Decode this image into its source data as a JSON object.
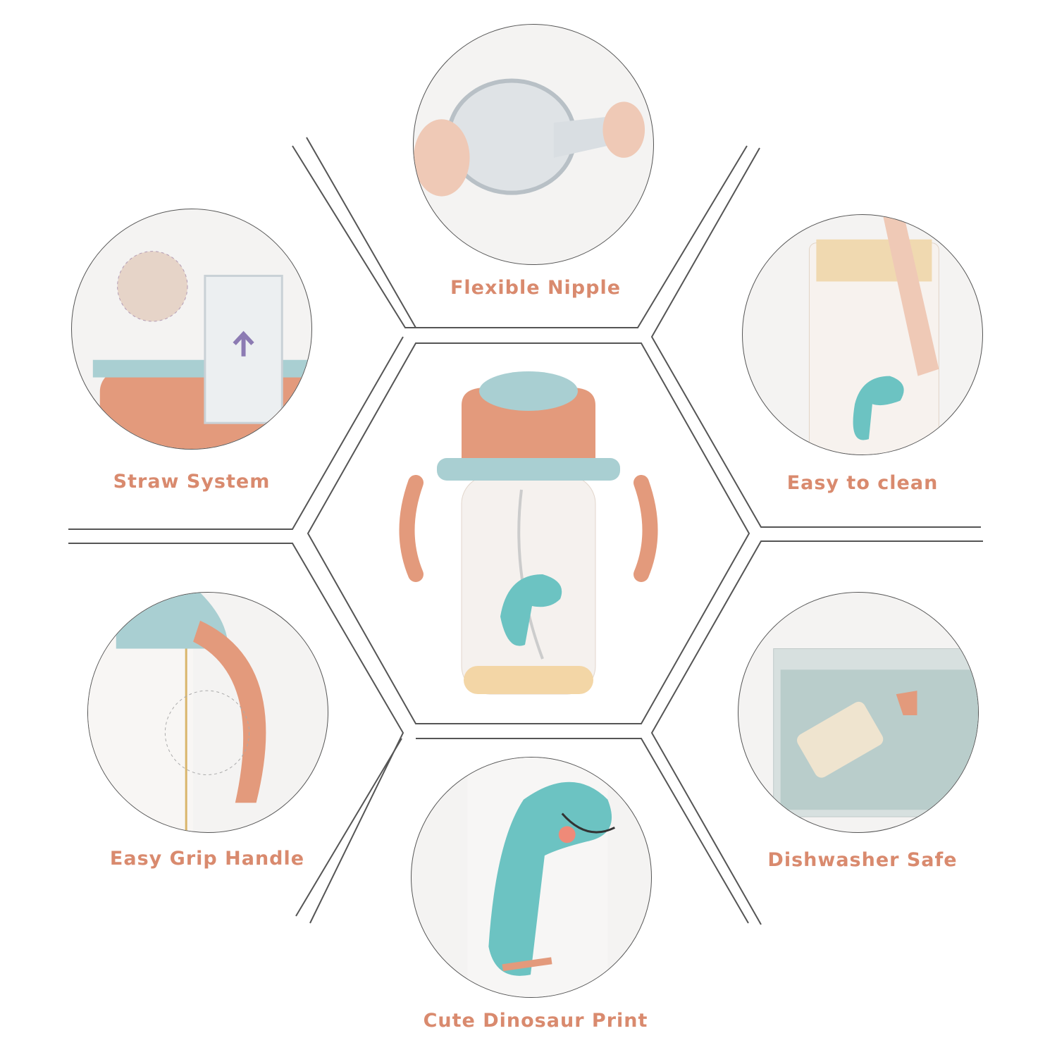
{
  "features": [
    {
      "id": "flexible-nipple",
      "label": "Flexible Nipple"
    },
    {
      "id": "straw-system",
      "label": "Straw System"
    },
    {
      "id": "easy-to-clean",
      "label": "Easy to clean"
    },
    {
      "id": "easy-grip-handle",
      "label": "Easy Grip Handle"
    },
    {
      "id": "dishwasher-safe",
      "label": "Dishwasher Safe"
    },
    {
      "id": "cute-dinosaur-print",
      "label": "Cute Dinosaur Print"
    }
  ],
  "colors": {
    "label": "#d98a6e",
    "lines": "#555555",
    "bottle_orange": "#e39a7c",
    "bottle_blue": "#a9cfd2",
    "dino": "#6cc3c2"
  }
}
